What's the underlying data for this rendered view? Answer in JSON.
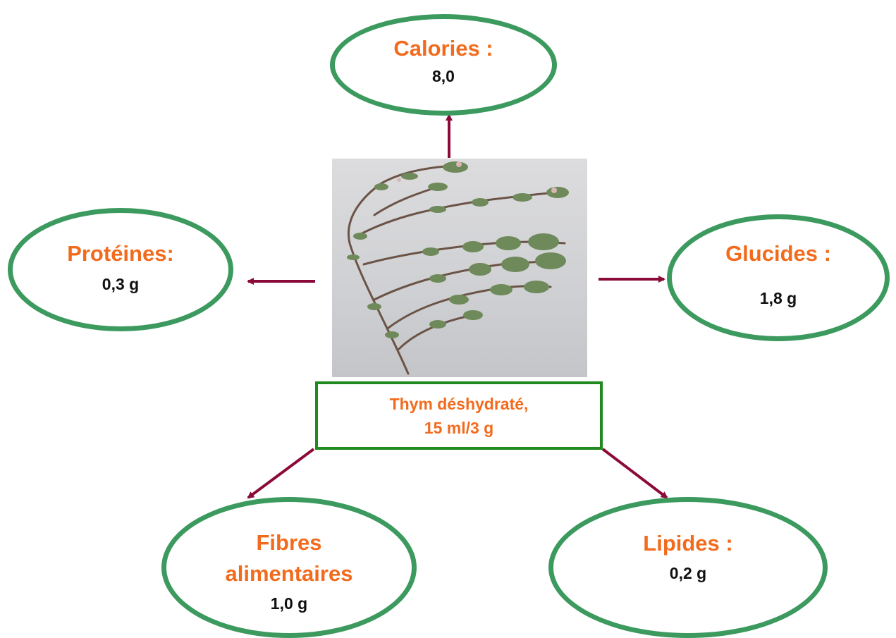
{
  "center": {
    "line1": "Thym déshydraté,",
    "line2": "15 ml/3 g"
  },
  "nodes": {
    "calories": {
      "label": "Calories :",
      "value": "8,0"
    },
    "proteines": {
      "label": "Protéines:",
      "value": "0,3 g"
    },
    "glucides": {
      "label": "Glucides :",
      "value": "1,8 g"
    },
    "fibres": {
      "label_line1": "Fibres",
      "label_line2": "alimentaires",
      "value": "1,0 g"
    },
    "lipides": {
      "label": "Lipides :",
      "value": "0,2 g"
    }
  },
  "colors": {
    "ellipse_border": "#3c9a5f",
    "box_border": "#1f8a1f",
    "label": "#f26b1d",
    "value": "#111111",
    "arrow": "#8b0a3a"
  }
}
